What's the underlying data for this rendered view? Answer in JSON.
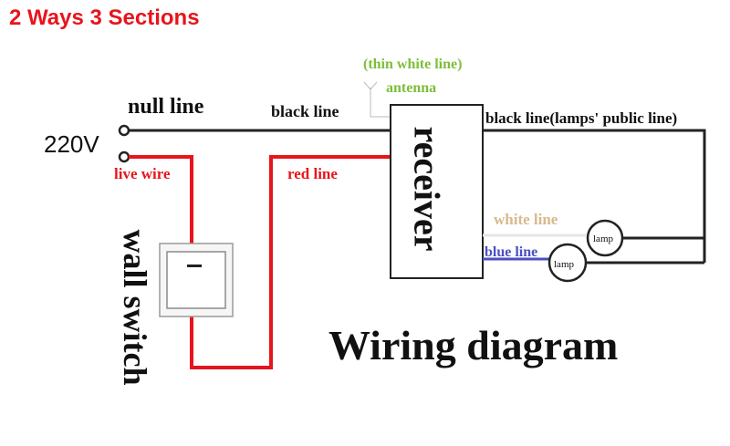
{
  "header": {
    "title": "2 Ways 3 Sections"
  },
  "diagram": {
    "title": "Wiring diagram",
    "labels": {
      "null_line": "null line",
      "voltage": "220V",
      "live_wire": "live wire",
      "black_line": "black line",
      "thin_white_line": "(thin white line)",
      "antenna": "antenna",
      "red_line": "red line",
      "black_line_public": "black line(lamps' public line)",
      "white_line": "white line",
      "blue_line": "blue line",
      "lamp_1": "lamp",
      "lamp_2": "lamp",
      "receiver": "receiver",
      "wall_switch": "wall switch"
    },
    "colors": {
      "title": "#e8141c",
      "black_wire": "#222222",
      "red_wire": "#e8141c",
      "white_wire": "#e6e6e6",
      "blue_wire": "#4a4fc4",
      "antenna": "#7cbf3a"
    }
  }
}
